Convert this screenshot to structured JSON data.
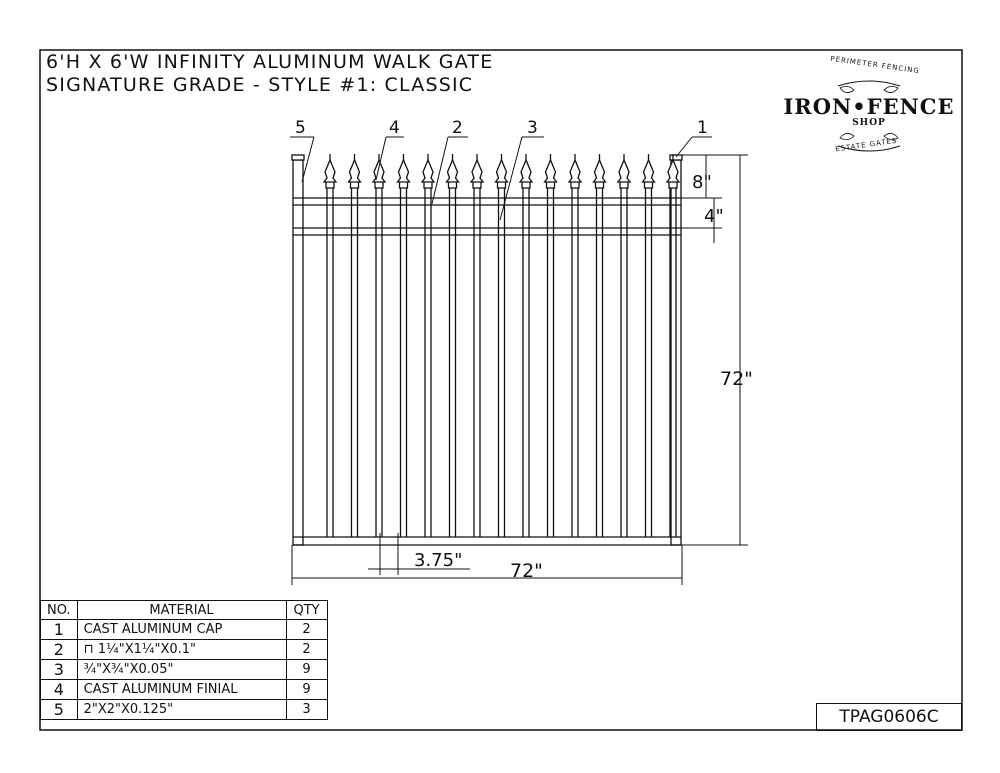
{
  "title": {
    "line1": "6'H X 6'W INFINITY ALUMINUM WALK GATE",
    "line2": "SIGNATURE GRADE - STYLE #1: CLASSIC"
  },
  "logo": {
    "top_arc": "PERIMETER FENCING",
    "main": "IRON•FENCE",
    "sub": "SHOP",
    "bottom_arc": "ESTATE GATES"
  },
  "callouts": [
    "5",
    "4",
    "2",
    "3",
    "1"
  ],
  "dimensions": {
    "top_gap": "8\"",
    "rail_gap": "4\"",
    "height": "72\"",
    "picket_spacing": "3.75\"",
    "width": "72\""
  },
  "bom": {
    "headers": {
      "no": "NO.",
      "material": "MATERIAL",
      "qty": "QTY"
    },
    "rows": [
      {
        "no": "1",
        "material": "CAST ALUMINUM CAP",
        "qty": "2"
      },
      {
        "no": "2",
        "material": "⊓ 1¼\"X1¼\"X0.1\"",
        "qty": "2"
      },
      {
        "no": "3",
        "material": "¾\"X¾\"X0.05\"",
        "qty": "9"
      },
      {
        "no": "4",
        "material": "CAST ALUMINUM FINIAL",
        "qty": "9"
      },
      {
        "no": "5",
        "material": "2\"X2\"X0.125\"",
        "qty": "3"
      }
    ]
  },
  "drawing_code": "TPAG0606C"
}
